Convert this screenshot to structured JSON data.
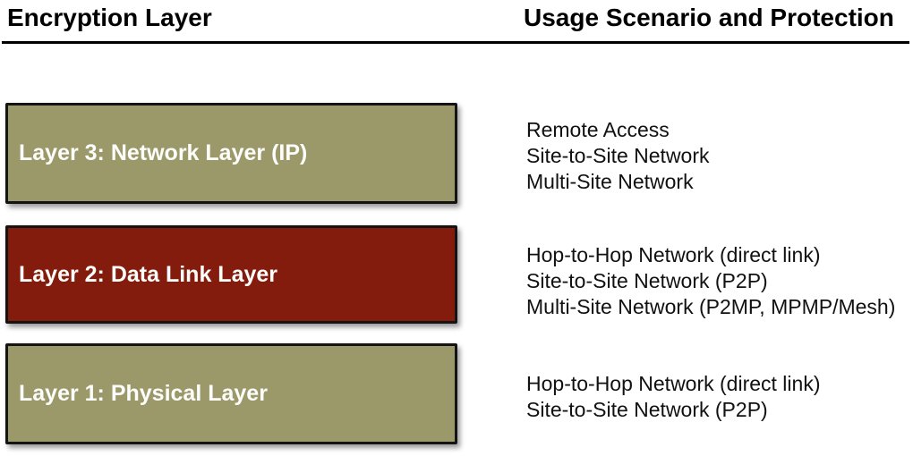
{
  "headers": {
    "left": "Encryption Layer",
    "right": "Usage Scenario and Protection"
  },
  "colors": {
    "olive_box": "#9b9869",
    "red_box": "#841c0d",
    "box_border": "#141414",
    "box_label_text": "#fdfdfb",
    "heading_text": "#000000",
    "body_text": "#111111",
    "background": "#ffffff"
  },
  "rows": [
    {
      "label": "Layer 3: Network Layer (IP)",
      "color": "olive_box",
      "scenarios": [
        "Remote Access",
        "Site-to-Site Network",
        "Multi-Site Network"
      ]
    },
    {
      "label": "Layer 2: Data Link Layer",
      "color": "red_box",
      "scenarios": [
        "Hop-to-Hop Network (direct link)",
        "Site-to-Site Network (P2P)",
        "Multi-Site Network (P2MP, MPMP/Mesh)"
      ]
    },
    {
      "label": "Layer 1: Physical Layer",
      "color": "olive_box",
      "scenarios": [
        "Hop-to-Hop Network (direct link)",
        "Site-to-Site Network (P2P)"
      ]
    }
  ]
}
